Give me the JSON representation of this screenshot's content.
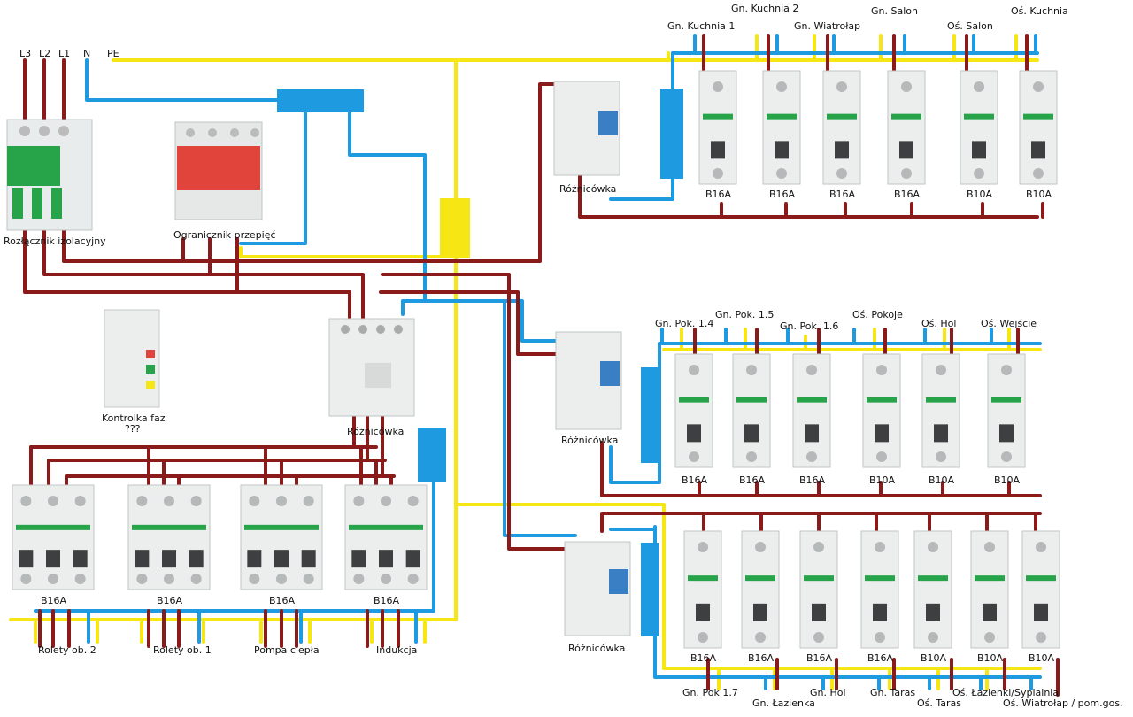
{
  "colors": {
    "phase": "#8b1a1a",
    "neutral": "#1e9ae0",
    "pe": "#f5e614",
    "device": "#eceeee",
    "spd": "#e0443a",
    "blue_block": "#1e9ae0"
  },
  "terminals": {
    "L3": "L3",
    "L2": "L2",
    "L1": "L1",
    "N": "N",
    "PE": "PE"
  },
  "devices": {
    "isolator": "Rozłącznik izolacyjny",
    "spd": "Ogranicznik przepięć",
    "phase_indicator": "Kontrolka faz",
    "phase_indicator_q": "???",
    "rcd_main": "Różnicówka",
    "rcd_top": "Różnicówka",
    "rcd_mid": "Różnicówka",
    "rcd_bot": "Różnicówka"
  },
  "top_row": {
    "breakers": [
      "B16A",
      "B16A",
      "B16A",
      "B16A",
      "B10A",
      "B10A"
    ],
    "circuits": [
      "Gn. Kuchnia 1",
      "Gn. Kuchnia 2",
      "Gn. Wiatrołap",
      "Gn. Salon",
      "Oś. Salon",
      "Oś. Kuchnia"
    ]
  },
  "mid_row": {
    "breakers": [
      "B16A",
      "B16A",
      "B16A",
      "B10A",
      "B10A",
      "B10A"
    ],
    "circuits": [
      "Gn. Pok. 1.4",
      "Gn. Pok. 1.5",
      "Gn. Pok. 1.6",
      "Oś. Pokoje",
      "Oś. Hol",
      "Oś. Wejście"
    ]
  },
  "bot_row": {
    "breakers": [
      "B16A",
      "B16A",
      "B16A",
      "B16A",
      "B10A",
      "B10A",
      "B10A"
    ],
    "circuits": [
      "Gn. Pok 1.7",
      "Gn. Łazienka",
      "Gn. Hol",
      "Gn. Taras",
      "Oś. Taras",
      "Oś. Łazienki/Sypialnia",
      "Oś. Wiatrołap / pom.gos."
    ]
  },
  "three_phase": {
    "breakers": [
      "B16A",
      "B16A",
      "B16A",
      "B16A"
    ],
    "circuits": [
      "Rolety ob. 2",
      "Rolety ob. 1",
      "Pompa ciepła",
      "Indukcja"
    ]
  }
}
